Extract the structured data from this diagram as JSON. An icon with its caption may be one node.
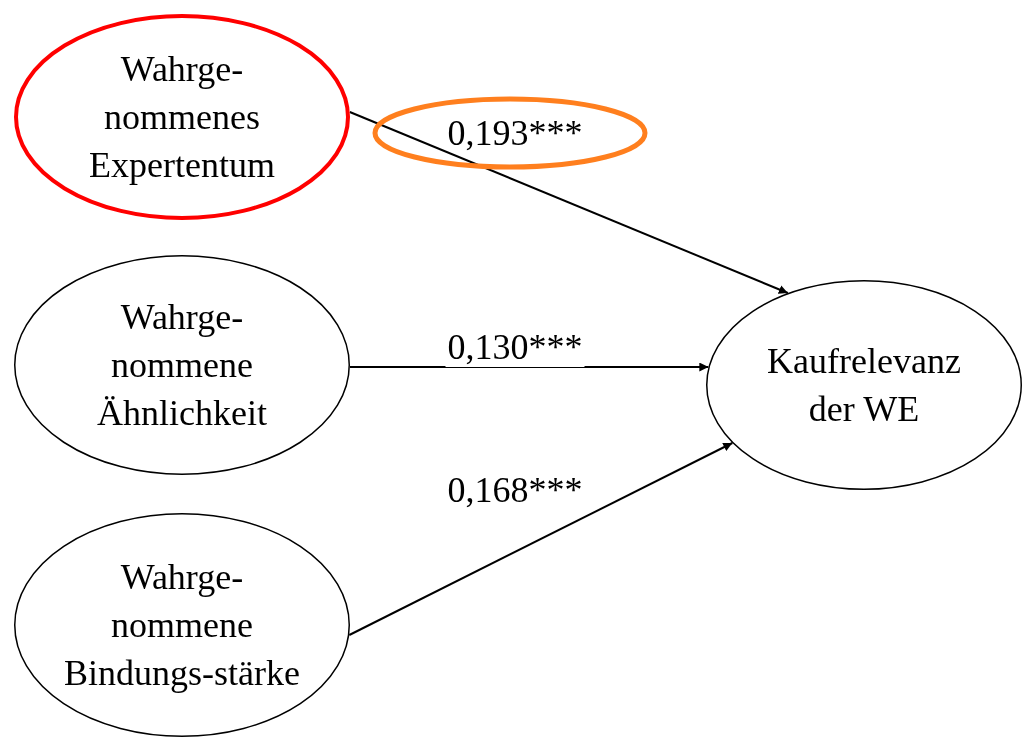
{
  "diagram": {
    "nodes": [
      {
        "text": [
          "Wahrge- nommenes Expertentum"
        ]
      },
      {
        "text": [
          "Wahrge- nommene Ähnlichkeit"
        ]
      },
      {
        "text": [
          "Wahrge- nommene Bindungs-stärke"
        ]
      },
      {
        "text": [
          "Kaufrelevanz der WE"
        ]
      }
    ],
    "edges": [
      {
        "from": 0,
        "to": 3,
        "arrow": "to",
        "label": "0,193***"
      },
      {
        "from": 1,
        "to": 3,
        "arrow": "to",
        "label": "0,130***"
      },
      {
        "from": 2,
        "to": 3,
        "arrow": "to",
        "label": "0,168***"
      }
    ]
  }
}
